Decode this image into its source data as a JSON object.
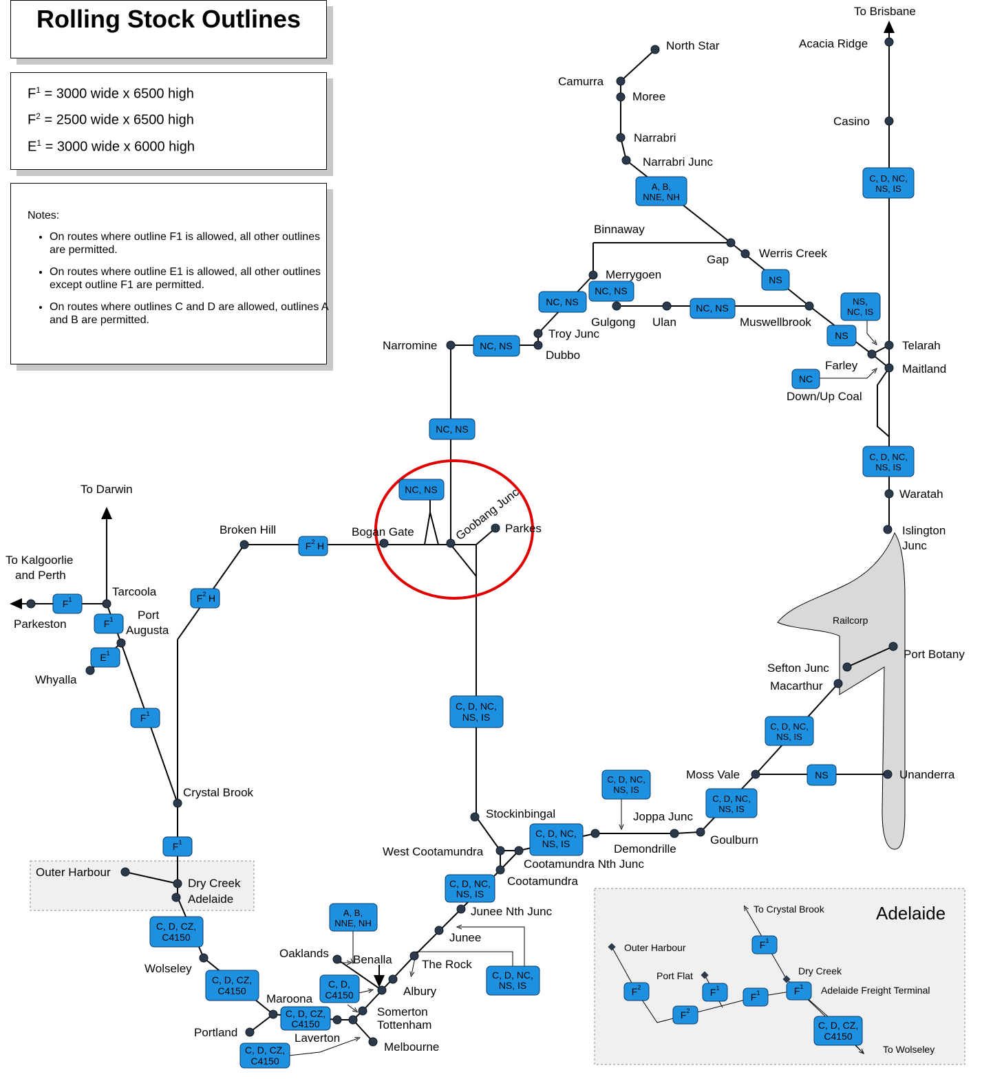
{
  "title": "Rolling Stock Outlines",
  "outline_specs": [
    {
      "name": "F",
      "sup": "1",
      "text": " = 3000 wide x 6500 high"
    },
    {
      "name": "F",
      "sup": "2",
      "text": " = 2500 wide x 6500 high"
    },
    {
      "name": "E",
      "sup": "1",
      "text": " = 3000 wide x 6000 high"
    }
  ],
  "notes": {
    "heading": "Notes:",
    "items": [
      "On routes where outline F1 is allowed, all other outlines are permitted.",
      "On routes where outline E1 is allowed, all other outlines except outline F1 are permitted.",
      "On routes where outlines C and D are allowed, outlines A and B are permitted."
    ]
  },
  "map": {
    "destinations": {
      "to_brisbane": "To Brisbane",
      "to_darwin": "To Darwin",
      "to_kalgoorlie_1": "To Kalgoorlie",
      "to_kalgoorlie_2": "and Perth"
    },
    "stations": {
      "north_star": "North Star",
      "camurra": "Camurra",
      "moree": "Moree",
      "narrabri": "Narrabri",
      "narrabri_junc": "Narrabri Junc",
      "acacia_ridge": "Acacia Ridge",
      "casino": "Casino",
      "binnaway": "Binnaway",
      "gap": "Gap",
      "werris_creek": "Werris Creek",
      "merrygoen": "Merrygoen",
      "gulgong": "Gulgong",
      "ulan": "Ulan",
      "muswellbrook": "Muswellbrook",
      "troy_junc": "Troy Junc",
      "dubbo": "Dubbo",
      "narromine": "Narromine",
      "telarah": "Telarah",
      "farley": "Farley",
      "maitland": "Maitland",
      "down_up_coal": "Down/Up Coal",
      "waratah": "Waratah",
      "islington_1": "Islington",
      "islington_2": "Junc",
      "railcorp": "Railcorp",
      "port_botany": "Port Botany",
      "sefton_junc": "Sefton Junc",
      "macarthur": "Macarthur",
      "moss_vale": "Moss Vale",
      "unanderra": "Unanderra",
      "joppa_junc": "Joppa Junc",
      "goulburn": "Goulburn",
      "demondrille": "Demondrille",
      "stockinbingal": "Stockinbingal",
      "west_cootamundra": "West Cootamundra",
      "cootamundra_nth_junc": "Cootamundra Nth Junc",
      "cootamundra": "Cootamundra",
      "junee_nth_junc": "Junee Nth Junc",
      "junee": "Junee",
      "the_rock": "The Rock",
      "albury": "Albury",
      "benalla": "Benalla",
      "oaklands": "Oaklands",
      "somerton": "Somerton",
      "tottenham": "Tottenham",
      "melbourne": "Melbourne",
      "laverton": "Laverton",
      "maroona": "Maroona",
      "portland": "Portland",
      "wolseley": "Wolseley",
      "broken_hill": "Broken Hill",
      "bogan_gate": "Bogan Gate",
      "goobang_junc": "Goobang Junc",
      "parkes": "Parkes",
      "tarcoola": "Tarcoola",
      "parkeston": "Parkeston",
      "port_augusta_1": "Port",
      "port_augusta_2": "Augusta",
      "whyalla": "Whyalla",
      "crystal_brook": "Crystal Brook",
      "outer_harbour": "Outer Harbour",
      "dry_creek": "Dry Creek",
      "adelaide": "Adelaide"
    },
    "tags": {
      "cdnc_nsis": [
        "C, D, NC,",
        "NS, IS"
      ],
      "ab_nne_nh": [
        "A, B,",
        "NNE, NH"
      ],
      "nc_ns": "NC, NS",
      "ns": "NS",
      "nc": "NC",
      "ns_nc_is": [
        "NS,",
        "NC, IS"
      ],
      "cdcz_c4150": [
        "C, D, CZ,",
        "C4150"
      ],
      "cd_c4150": [
        "C, D,",
        "C4150"
      ],
      "f1": "F",
      "f2": "F",
      "e1": "E",
      "f2h_suffix": "H",
      "sup1": "1",
      "sup2": "2"
    },
    "inset": {
      "title": "Adelaide",
      "to_crystal_brook": "To Crystal Brook",
      "outer_harbour": "Outer Harbour",
      "port_flat": "Port Flat",
      "dry_creek": "Dry Creek",
      "adelaide_freight_terminal": "Adelaide Freight Terminal",
      "to_wolseley": "To Wolseley"
    },
    "colors": {
      "tag_fill": "#1e90e0",
      "node_fill": "#2b3a4a",
      "highlight_circle": "#e00000",
      "region_fill": "#d9d9d9"
    }
  }
}
